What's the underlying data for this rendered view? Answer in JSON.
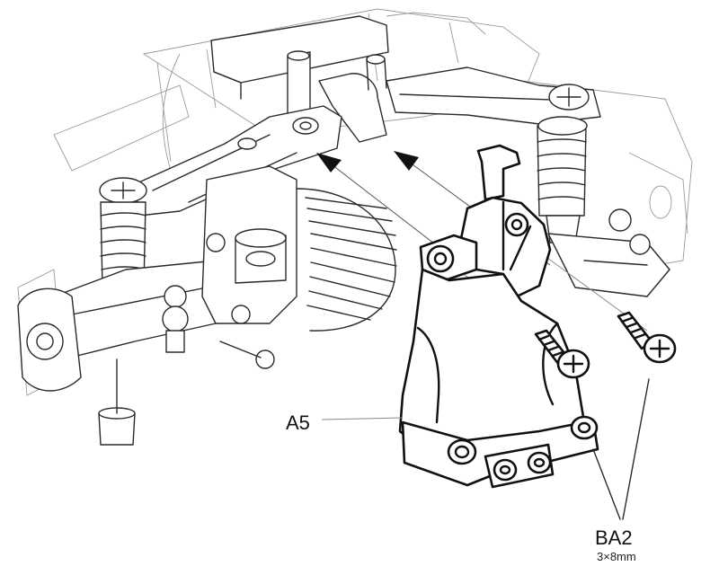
{
  "labels": {
    "part_a5": "A5",
    "part_ba2": "BA2",
    "ba2_size": "3×8mm"
  }
}
